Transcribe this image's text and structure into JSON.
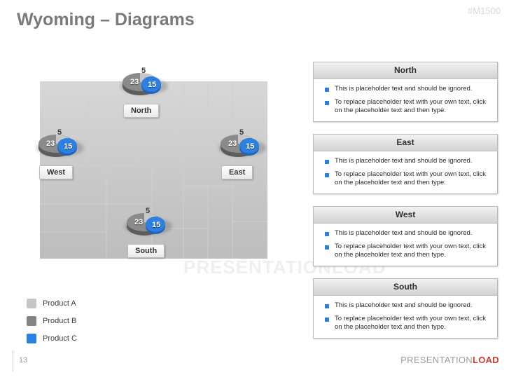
{
  "header": {
    "title": "Wyoming – Diagrams",
    "code": "#M1500"
  },
  "map": {
    "watermark": "PRESENTATIONLOAD",
    "markers": [
      {
        "label": "North",
        "values": {
          "product_a": "5",
          "product_b": "23",
          "product_c": "15"
        }
      },
      {
        "label": "West",
        "values": {
          "product_a": "5",
          "product_b": "23",
          "product_c": "15"
        }
      },
      {
        "label": "East",
        "values": {
          "product_a": "5",
          "product_b": "23",
          "product_c": "15"
        }
      },
      {
        "label": "South",
        "values": {
          "product_a": "5",
          "product_b": "23",
          "product_c": "15"
        }
      }
    ]
  },
  "legend": {
    "items": [
      {
        "label": "Product A",
        "color": "#c6c6c6"
      },
      {
        "label": "Product B",
        "color": "#838383"
      },
      {
        "label": "Product C",
        "color": "#2d7fe0"
      }
    ]
  },
  "panels": [
    {
      "title": "North",
      "bullets": [
        "This is placeholder text and should be ignored.",
        "To replace placeholder text with your own text, click on the placeholder text and then type."
      ]
    },
    {
      "title": "East",
      "bullets": [
        "This is placeholder text and should be ignored.",
        "To replace placeholder text with your own text, click on the placeholder text and then type."
      ]
    },
    {
      "title": "West",
      "bullets": [
        "This is placeholder text and should be ignored.",
        "To replace placeholder text with your own text, click on the placeholder text and then type."
      ]
    },
    {
      "title": "South",
      "bullets": [
        "This is placeholder text and should be ignored.",
        "To replace placeholder text with your own text, click on the placeholder text and then type."
      ]
    }
  ],
  "footer": {
    "page_number": "13",
    "brand_light": "PRESENTATION",
    "brand_bold": "LOAD"
  }
}
